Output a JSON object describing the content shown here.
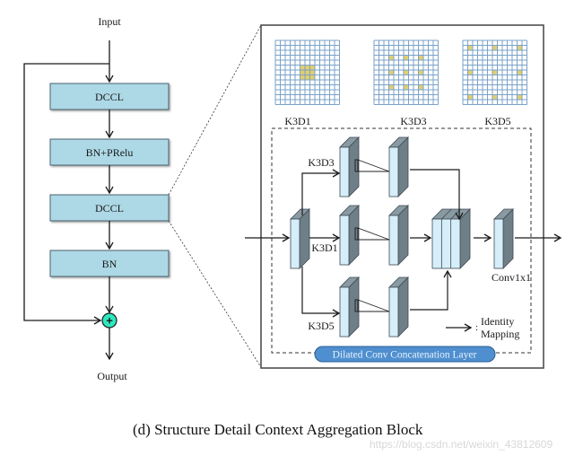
{
  "left_flow": {
    "input_label": "Input",
    "output_label": "Output",
    "blocks": [
      "DCCL",
      "BN+PRelu",
      "DCCL",
      "BN"
    ],
    "sum_symbol": "+"
  },
  "detail_panel": {
    "kernels": [
      {
        "label": "K3D1",
        "dilation": 1
      },
      {
        "label": "K3D3",
        "dilation": 3
      },
      {
        "label": "K3D5",
        "dilation": 5
      }
    ],
    "branch_labels": {
      "top": "K3D3",
      "middle": "K3D1",
      "bottom": "K3D5"
    },
    "conv_label": "Conv1x1",
    "legend": {
      "line1": "Identity",
      "line2": "Mapping",
      "colon": ":"
    },
    "layer_title": "Dilated Conv Concatenation Layer"
  },
  "colors": {
    "block_fill": "#add8e6",
    "block_border": "#4a6270",
    "sum_fill": "#2ee8c0",
    "grid_line": "#7aa2c9",
    "grid_highlight": "#e3cf6e",
    "cube_front": "#d6eefa",
    "cube_side": "#6f7f88",
    "cube_top": "#8a9aa3",
    "pill_fill": "#4f8fd0",
    "pill_text": "#eaf3fb"
  },
  "caption": "(d) Structure Detail Context Aggregation Block",
  "watermark": "https://blog.csdn.net/weixin_43812609"
}
